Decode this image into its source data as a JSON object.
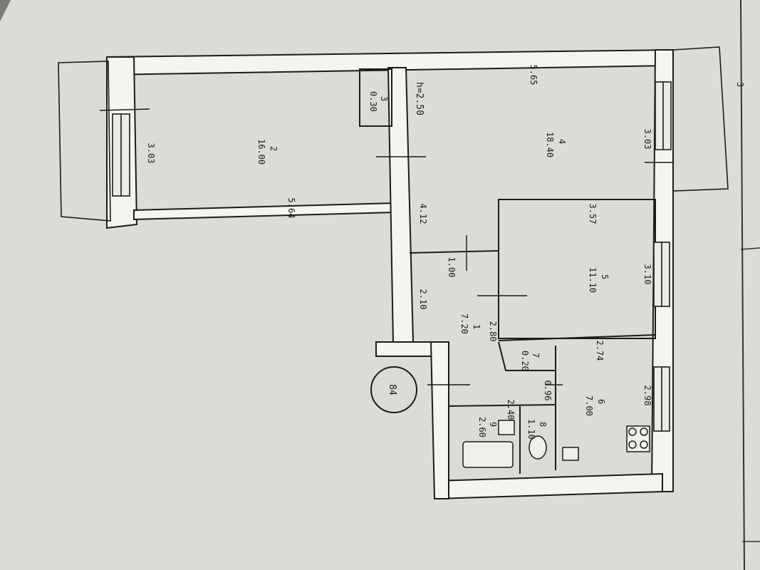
{
  "floor_plan": {
    "apartment_number": "84",
    "corner_mark": "3",
    "ceiling_height": "h=2.50",
    "rooms": [
      {
        "id": "1",
        "area": "7.20"
      },
      {
        "id": "2",
        "area": "16.00"
      },
      {
        "id": "3",
        "area": "0.30"
      },
      {
        "id": "4",
        "area": "18.40"
      },
      {
        "id": "5",
        "area": "11.10"
      },
      {
        "id": "6",
        "area": "7.00"
      },
      {
        "id": "7",
        "area": "0.20"
      },
      {
        "id": "8",
        "area": "1.10"
      },
      {
        "id": "9",
        "area": "2.60"
      }
    ],
    "dimensions": [
      "5.64",
      "3.03",
      "5.65",
      "3.03",
      "3.57",
      "3.10",
      "2.74",
      "2.98",
      "4.12",
      "2.10",
      "2.80",
      "1.00",
      "2.40",
      "0.96"
    ]
  }
}
